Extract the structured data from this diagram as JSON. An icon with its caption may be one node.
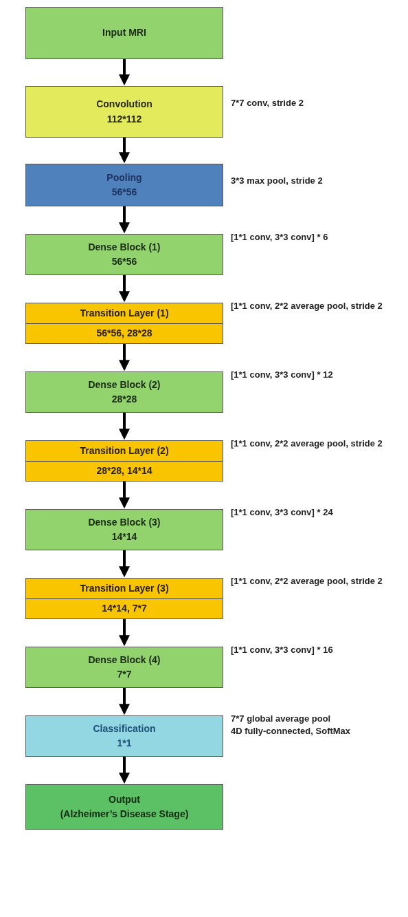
{
  "diagram": {
    "nodes": [
      {
        "text": [
          "Input MRI"
        ]
      },
      {
        "text": [
          "Convolution",
          "112*112"
        ],
        "beside": [
          "7*7 conv, stride 2"
        ]
      },
      {
        "text": [
          "Pooling",
          "56*56"
        ],
        "beside": [
          "3*3 max pool, stride 2"
        ]
      },
      {
        "text": [
          "Dense Block (1)",
          "56*56"
        ],
        "beside": [
          "[1*1 conv, 3*3 conv] * 6"
        ]
      },
      {
        "text": [
          "Transition Layer (1)",
          "56*56, 28*28"
        ],
        "beside": [
          "[1*1 conv, 2*2 average pool, stride 2"
        ]
      },
      {
        "text": [
          "Dense Block (2)",
          "28*28"
        ],
        "beside": [
          "[1*1 conv, 3*3 conv] * 12"
        ]
      },
      {
        "text": [
          "Transition Layer (2)",
          "28*28, 14*14"
        ],
        "beside": [
          "[1*1 conv, 2*2 average pool, stride 2"
        ]
      },
      {
        "text": [
          "Dense Block (3)",
          "14*14"
        ],
        "beside": [
          "[1*1 conv, 3*3 conv] * 24"
        ]
      },
      {
        "text": [
          "Transition Layer (3)",
          "14*14, 7*7"
        ],
        "beside": [
          "[1*1 conv, 2*2 average pool, stride 2"
        ]
      },
      {
        "text": [
          "Dense Block (4)",
          "7*7"
        ],
        "beside": [
          "[1*1 conv, 3*3 conv] * 16"
        ]
      },
      {
        "text": [
          "Classification",
          "1*1"
        ],
        "beside": [
          "7*7 global average pool",
          "4D fully-connected, SoftMax"
        ]
      },
      {
        "text": [
          "Output",
          "(Alzheimer’s Disease Stage)"
        ]
      }
    ],
    "edges": [
      {
        "from": 0,
        "to": 1,
        "arrow": "to"
      },
      {
        "from": 1,
        "to": 2,
        "arrow": "to"
      },
      {
        "from": 2,
        "to": 3,
        "arrow": "to"
      },
      {
        "from": 3,
        "to": 4,
        "arrow": "to"
      },
      {
        "from": 4,
        "to": 5,
        "arrow": "to"
      },
      {
        "from": 5,
        "to": 6,
        "arrow": "to"
      },
      {
        "from": 6,
        "to": 7,
        "arrow": "to"
      },
      {
        "from": 7,
        "to": 8,
        "arrow": "to"
      },
      {
        "from": 8,
        "to": 9,
        "arrow": "to"
      },
      {
        "from": 9,
        "to": 10,
        "arrow": "to"
      },
      {
        "from": 10,
        "to": 11,
        "arrow": "to"
      }
    ]
  }
}
